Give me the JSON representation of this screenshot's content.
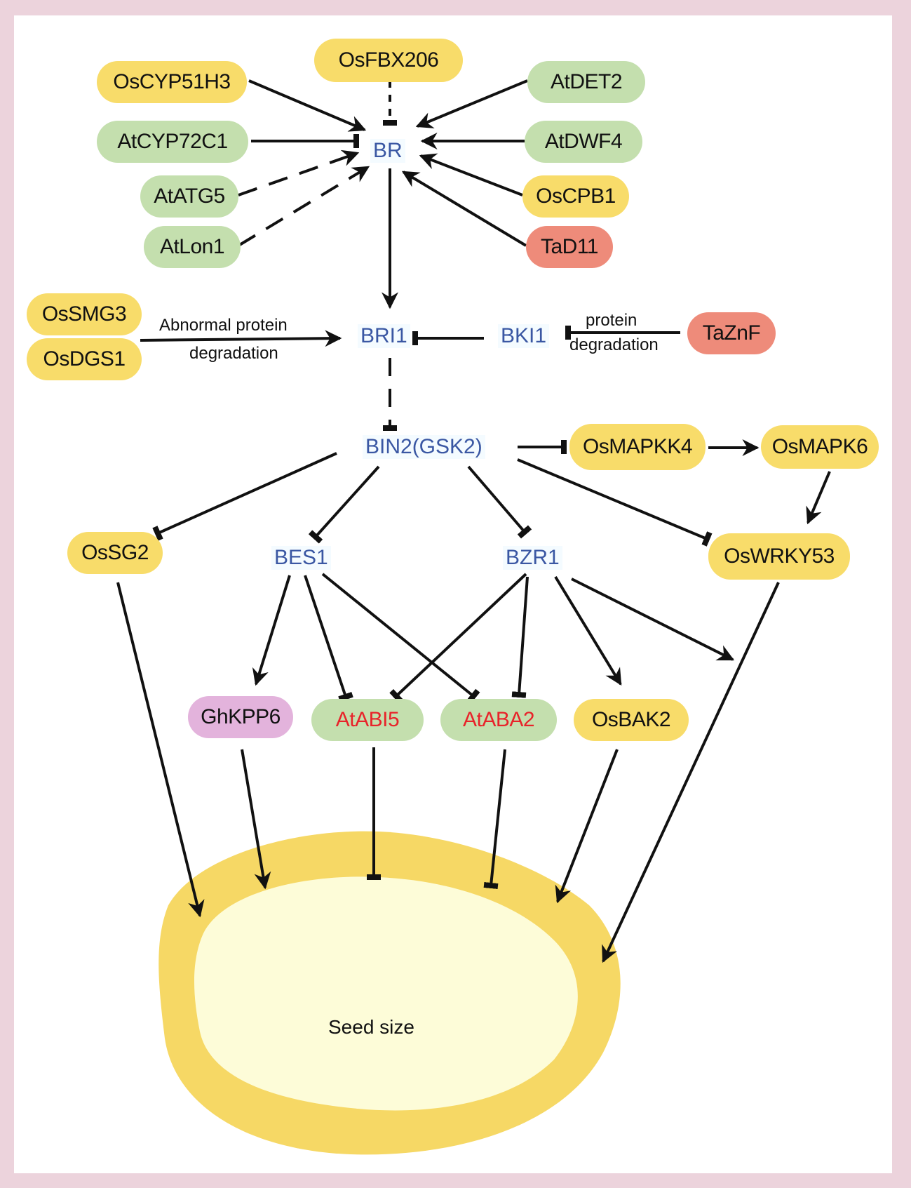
{
  "diagram": {
    "hormone": "BR",
    "receptor": "BRI1",
    "inhibitor": "BKI1",
    "kinase": "BIN2(GSK2)",
    "tf1": "BES1",
    "tf2": "BZR1",
    "outcome": "Seed size",
    "edge_labels": {
      "abnormal_line1": "Abnormal protein",
      "abnormal_line2": "degradation",
      "protein_line1": "protein",
      "protein_line2": "degradation"
    },
    "nodes": {
      "OsFBX206": "OsFBX206",
      "OsCYP51H3": "OsCYP51H3",
      "AtDET2": "AtDET2",
      "AtCYP72C1": "AtCYP72C1",
      "AtDWF4": "AtDWF4",
      "AtATG5": "AtATG5",
      "OsCPB1": "OsCPB1",
      "AtLon1": "AtLon1",
      "TaD11": "TaD11",
      "OsSMG3": "OsSMG3",
      "OsDGS1": "OsDGS1",
      "TaZnF": "TaZnF",
      "OsMAPKK4": "OsMAPKK4",
      "OsMAPK6": "OsMAPK6",
      "OsSG2": "OsSG2",
      "OsWRKY53": "OsWRKY53",
      "GhKPP6": "GhKPP6",
      "AtABI5": "AtABI5",
      "AtABA2": "AtABA2",
      "OsBAK2": "OsBAK2"
    },
    "colors": {
      "rice": "#f8dc6a",
      "arabidopsis": "#c4dfae",
      "wheat": "#ee8b7a",
      "cotton": "#e3b3dc",
      "core_text": "#3a57a3",
      "aba_text": "#e8232a",
      "seed_outer": "#f6d865",
      "seed_inner": "#fdfcd8"
    }
  }
}
